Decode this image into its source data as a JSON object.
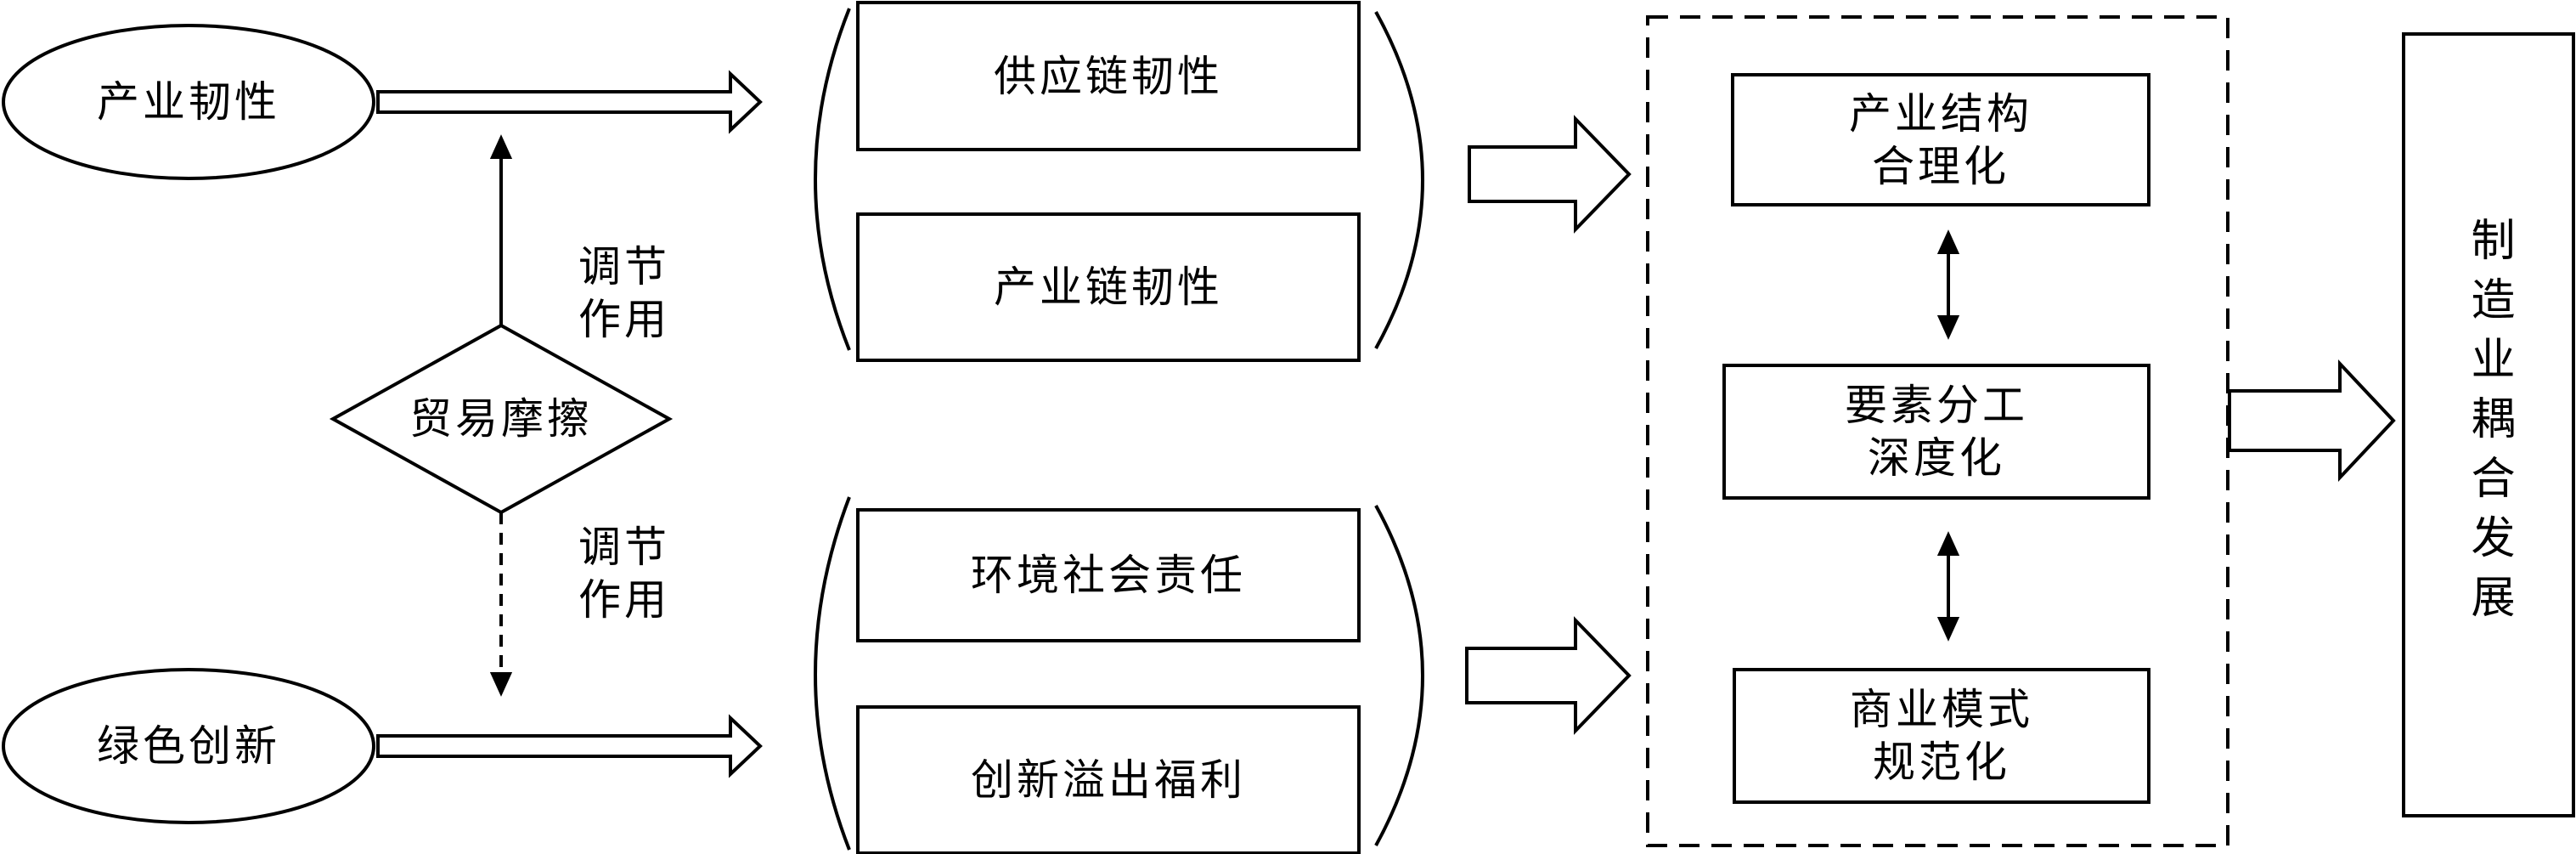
{
  "nodes": {
    "industrial_resilience": "产业韧性",
    "green_innovation": "绿色创新",
    "trade_friction": "贸易摩擦",
    "supply_chain_resilience": "供应链韧性",
    "industry_chain_resilience": "产业链韧性",
    "env_social_responsibility": "环境社会责任",
    "innovation_spillover": "创新溢出福利",
    "structure_rationalization": "产业结构\n合理化",
    "division_deepening": "要素分工\n深度化",
    "business_model_standardization": "商业模式\n规范化",
    "coupled_development": "制造业耦合发展"
  },
  "edge_labels": {
    "moderating_top": "调节\n作用",
    "moderating_bottom": "调节\n作用"
  },
  "colors": {
    "stroke": "#000000",
    "fill": "#ffffff"
  }
}
